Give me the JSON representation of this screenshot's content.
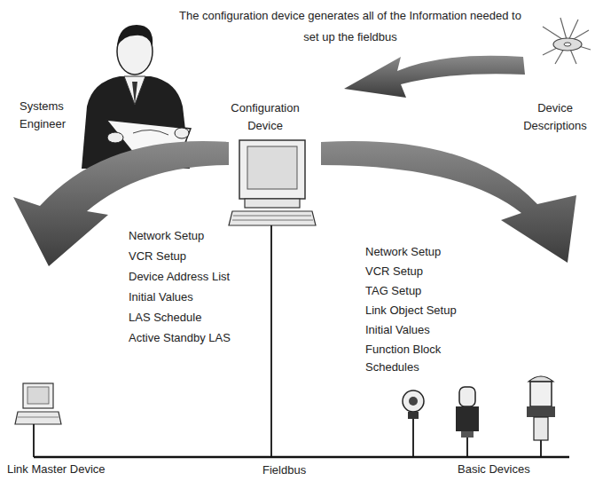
{
  "diagram": {
    "title": "The configuration device generates all of the Information needed to set up the fieldbus",
    "labels": [
      "Systems Engineer",
      "Configuration Device",
      "Device Descriptions",
      "Network Setup",
      "VCR Setup",
      "Device Address List",
      "Initial Values",
      "LAS Schedule",
      "Active Standby LAS",
      "Network Setup",
      "VCR Setup",
      "TAG Setup",
      "Link Object Setup",
      "Initial Values",
      "Function Block Schedules",
      "Link Master Device",
      "Fieldbus",
      "Basic Devices"
    ]
  }
}
